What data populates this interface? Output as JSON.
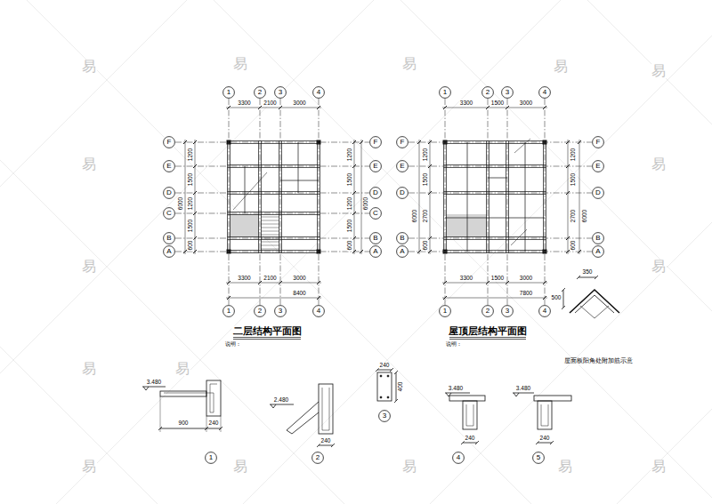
{
  "diagram": {
    "nodes": [
      {
        "text": [
          "1"
        ]
      },
      {
        "text": [
          "2"
        ]
      },
      {
        "text": [
          "3"
        ]
      },
      {
        "text": [
          "4"
        ]
      },
      {
        "text": [
          "F"
        ]
      },
      {
        "text": [
          "E"
        ]
      },
      {
        "text": [
          "D"
        ]
      },
      {
        "text": [
          "C"
        ]
      },
      {
        "text": [
          "B"
        ]
      },
      {
        "text": [
          "A"
        ]
      },
      {
        "text": [
          "F"
        ]
      },
      {
        "text": [
          "E"
        ]
      },
      {
        "text": [
          "D"
        ]
      },
      {
        "text": [
          "C"
        ]
      },
      {
        "text": [
          "B"
        ]
      },
      {
        "text": [
          "A"
        ]
      },
      {
        "text": [
          "1"
        ]
      },
      {
        "text": [
          "2"
        ]
      },
      {
        "text": [
          "3"
        ]
      },
      {
        "text": [
          "4"
        ]
      },
      {
        "text": [
          "1"
        ]
      },
      {
        "text": [
          "2"
        ]
      },
      {
        "text": [
          "3"
        ]
      },
      {
        "text": [
          "4"
        ]
      },
      {
        "text": [
          "F"
        ]
      },
      {
        "text": [
          "E"
        ]
      },
      {
        "text": [
          "D"
        ]
      },
      {
        "text": [
          "B"
        ]
      },
      {
        "text": [
          "A"
        ]
      },
      {
        "text": [
          "F"
        ]
      },
      {
        "text": [
          "E"
        ]
      },
      {
        "text": [
          "D"
        ]
      },
      {
        "text": [
          "B"
        ]
      },
      {
        "text": [
          "A"
        ]
      },
      {
        "text": [
          "1"
        ]
      },
      {
        "text": [
          "2"
        ]
      },
      {
        "text": [
          "3"
        ]
      },
      {
        "text": [
          "4"
        ]
      },
      {
        "text": [
          "1"
        ]
      },
      {
        "text": [
          "2"
        ]
      },
      {
        "text": [
          "3"
        ]
      },
      {
        "text": [
          "4"
        ]
      },
      {
        "text": [
          "5"
        ]
      }
    ],
    "edges": [
      {
        "from": 0,
        "to": 16,
        "arrow": "none"
      },
      {
        "from": 1,
        "to": 17,
        "arrow": "none"
      },
      {
        "from": 2,
        "to": 18,
        "arrow": "none"
      },
      {
        "from": 3,
        "to": 19,
        "arrow": "none"
      },
      {
        "from": 4,
        "to": 10,
        "arrow": "none"
      },
      {
        "from": 5,
        "to": 11,
        "arrow": "none"
      },
      {
        "from": 6,
        "to": 12,
        "arrow": "none"
      },
      {
        "from": 7,
        "to": 13,
        "arrow": "none"
      },
      {
        "from": 8,
        "to": 14,
        "arrow": "none"
      },
      {
        "from": 9,
        "to": 15,
        "arrow": "none"
      },
      {
        "from": 20,
        "to": 34,
        "arrow": "none"
      },
      {
        "from": 21,
        "to": 35,
        "arrow": "none"
      },
      {
        "from": 22,
        "to": 36,
        "arrow": "none"
      },
      {
        "from": 23,
        "to": 37,
        "arrow": "none"
      },
      {
        "from": 24,
        "to": 29,
        "arrow": "none"
      },
      {
        "from": 25,
        "to": 30,
        "arrow": "none"
      },
      {
        "from": 26,
        "to": 31,
        "arrow": "none"
      },
      {
        "from": 27,
        "to": 32,
        "arrow": "none"
      },
      {
        "from": 28,
        "to": 33,
        "arrow": "none"
      }
    ],
    "labels": [
      "二层结构平面图",
      "说明：",
      "屋顶层结构平面图",
      "说明：",
      "3300",
      "2100",
      "3000",
      "3300",
      "2100",
      "3000",
      "8400",
      "1200",
      "1500",
      "1200",
      "1500",
      "600",
      "6000",
      "1200",
      "1500",
      "1200",
      "1500",
      "600",
      "6000",
      "3300",
      "1500",
      "3000",
      "3300",
      "1500",
      "3000",
      "7800",
      "1200",
      "1500",
      "2700",
      "600",
      "6000",
      "1200",
      "1500",
      "2700",
      "600",
      "6000",
      "3.480",
      "900",
      "240",
      "2.480",
      "240",
      "240",
      "400",
      "3.480",
      "240",
      "3.480",
      "240",
      "350",
      "500",
      "屋面板阳角处附加筋示意",
      "易",
      "易",
      "易",
      "易",
      "易",
      "易",
      "易",
      "易",
      "易",
      "易",
      "易",
      "易",
      "易",
      "易",
      "易",
      "易"
    ]
  }
}
